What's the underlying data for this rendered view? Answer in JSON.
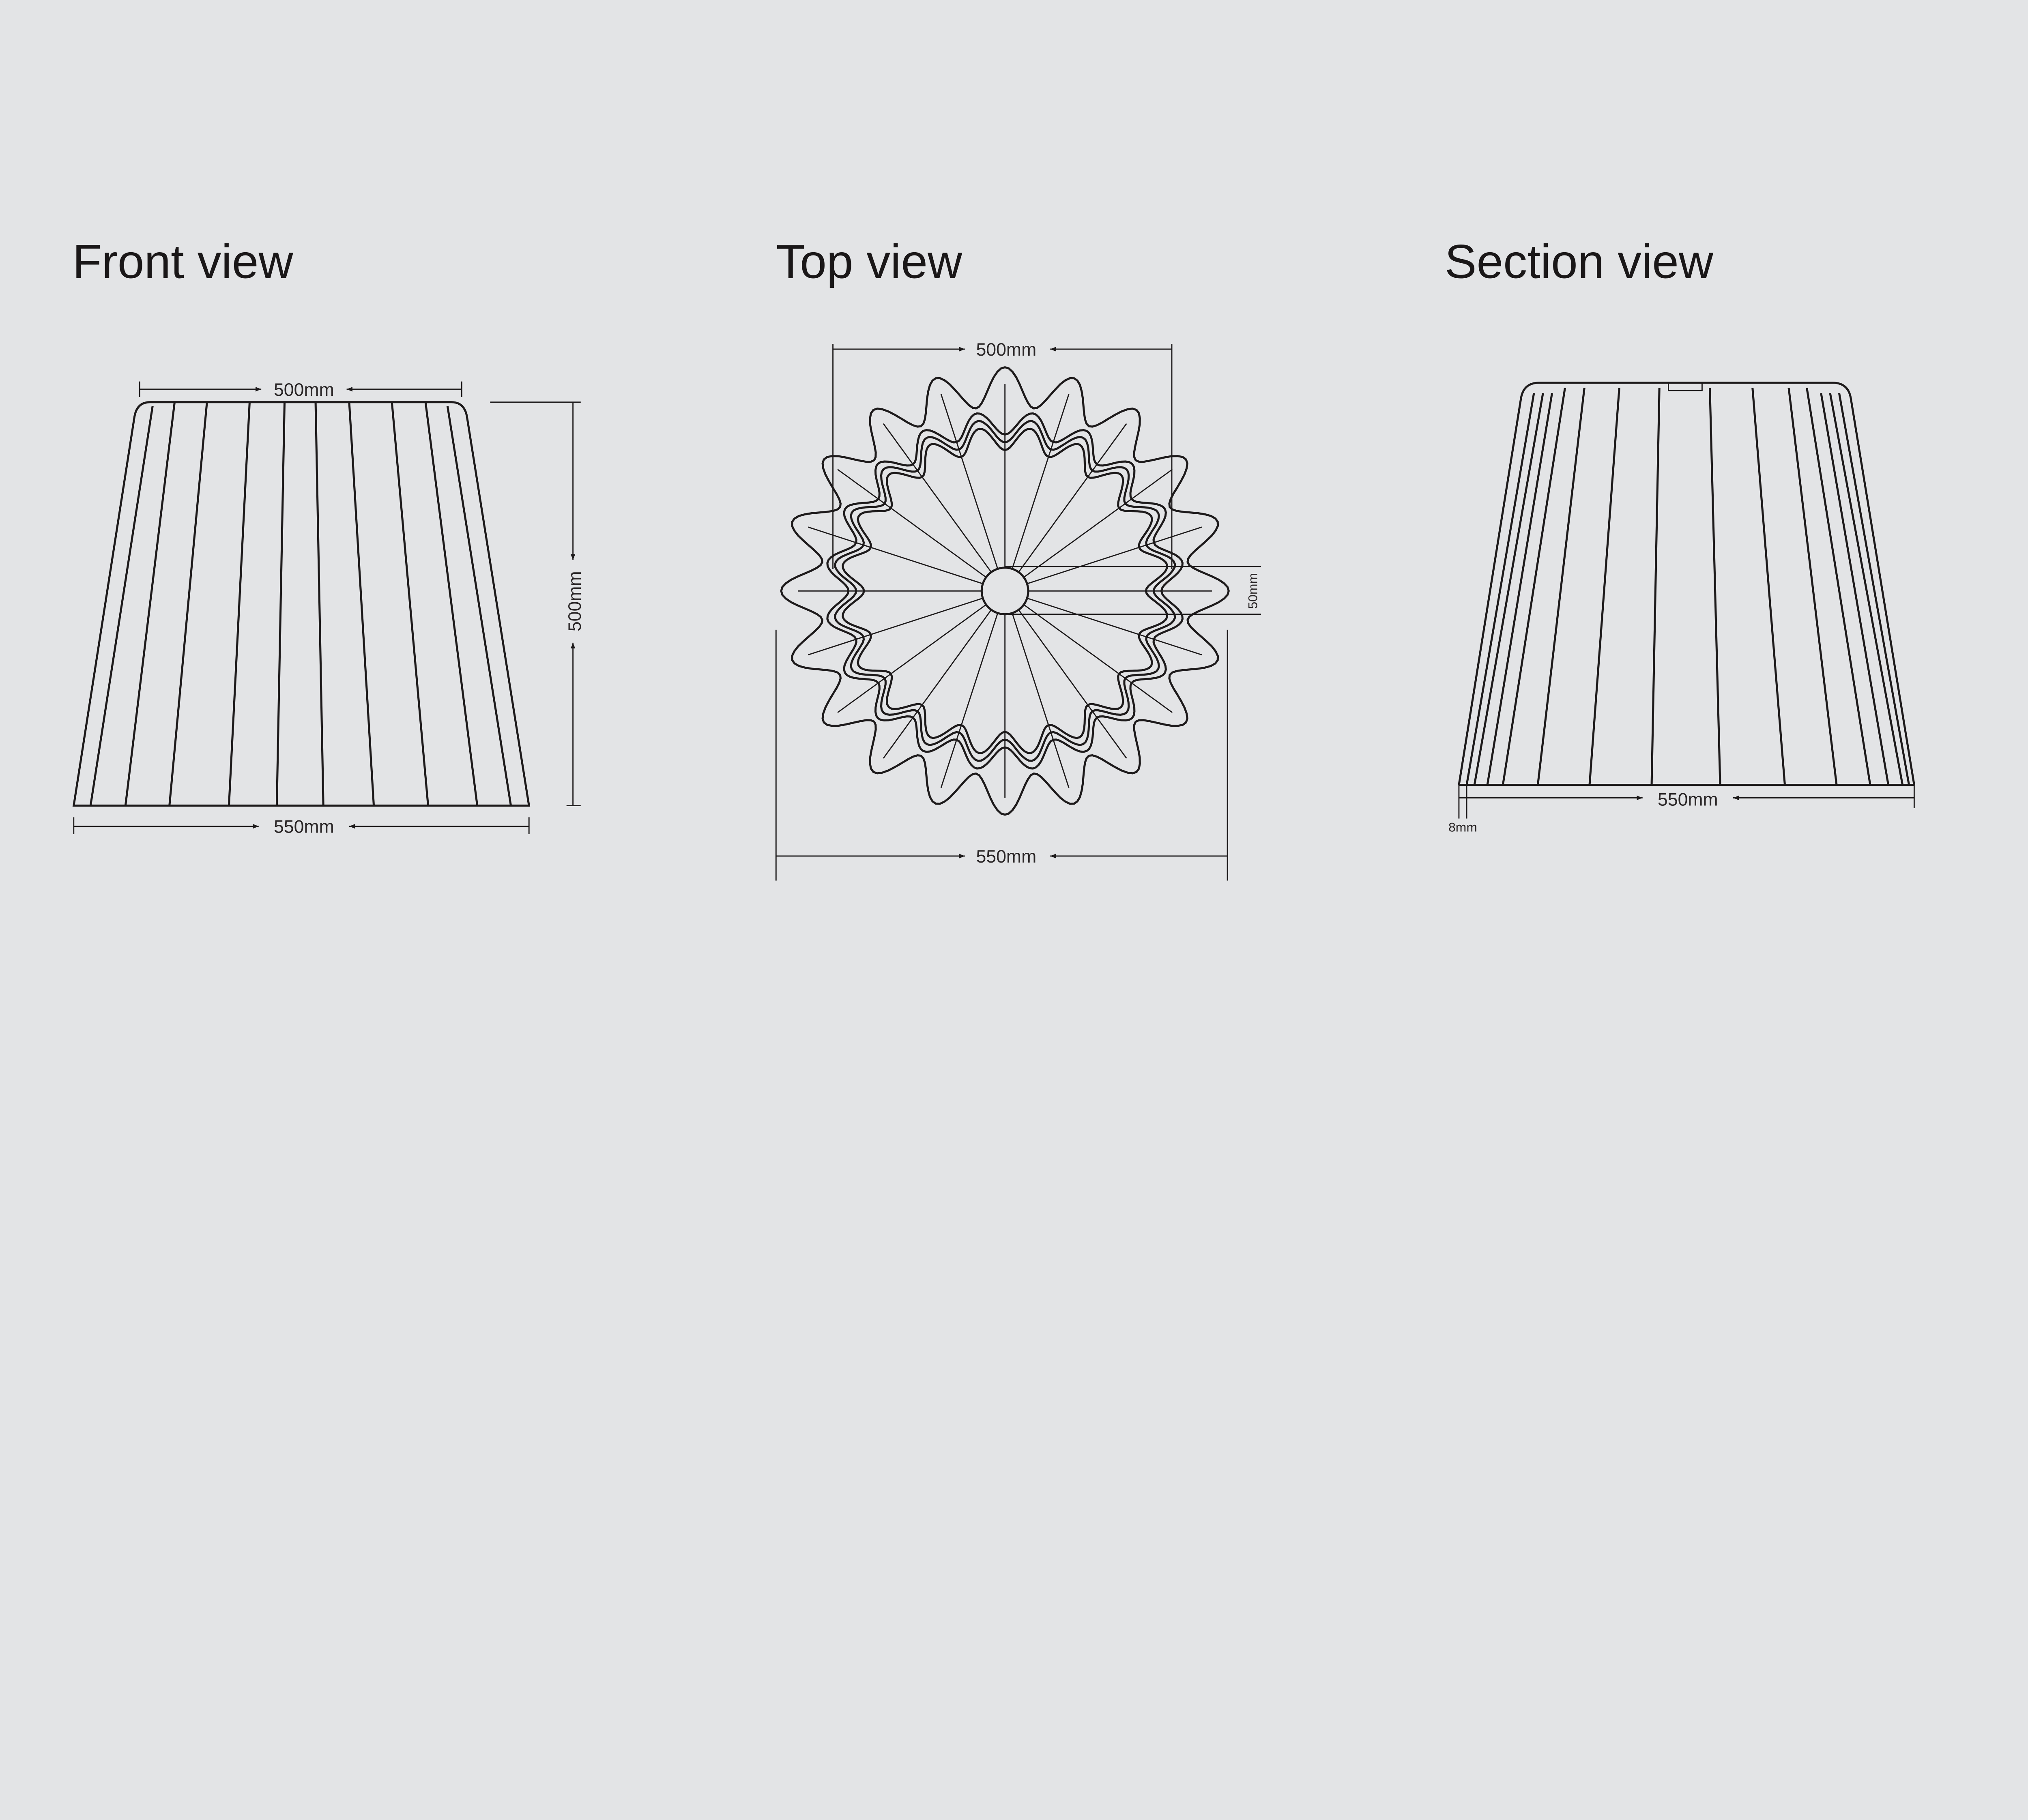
{
  "views": [
    {
      "title": "Front view",
      "dimensions": {
        "top_width": "500mm",
        "bottom_width": "550mm",
        "height": "500mm"
      }
    },
    {
      "title": "Top view",
      "dimensions": {
        "inner_width": "500mm",
        "outer_width": "550mm",
        "hub": "50mm"
      }
    },
    {
      "title": "Section view",
      "dimensions": {
        "bottom_width": "550mm",
        "thickness": "8mm"
      }
    }
  ],
  "colors": {
    "background": "#e3e4e6",
    "line": "#1d1a1b"
  }
}
